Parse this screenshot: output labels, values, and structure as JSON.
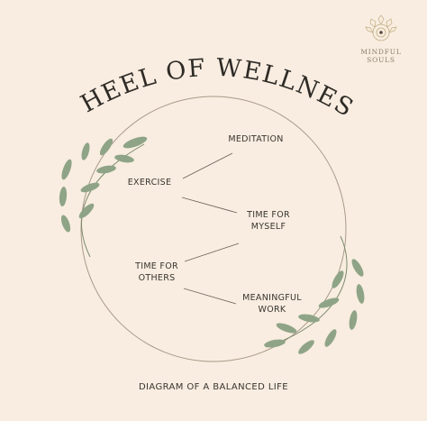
{
  "title": "WHEEL OF WELLNESS",
  "brand": {
    "line1": "MINDFUL",
    "line2": "SOULS",
    "icon": "lotus-mandala-icon"
  },
  "labels": {
    "meditation": "MEDITATION",
    "exercise": "EXERCISE",
    "time_for_myself_1": "TIME FOR",
    "time_for_myself_2": "MYSELF",
    "time_for_others_1": "TIME FOR",
    "time_for_others_2": "OTHERS",
    "meaningful_work_1": "MEANINGFUL",
    "meaningful_work_2": "WORK"
  },
  "caption": "DIAGRAM OF A BALANCED LIFE",
  "colors": {
    "background": "#f8ede0",
    "text": "#2e2a26",
    "circle": "#a89a8a",
    "connector": "#6f655c",
    "leaf": "#8fa487",
    "stem": "#7d8a6e",
    "brand": "#b19a6e"
  }
}
